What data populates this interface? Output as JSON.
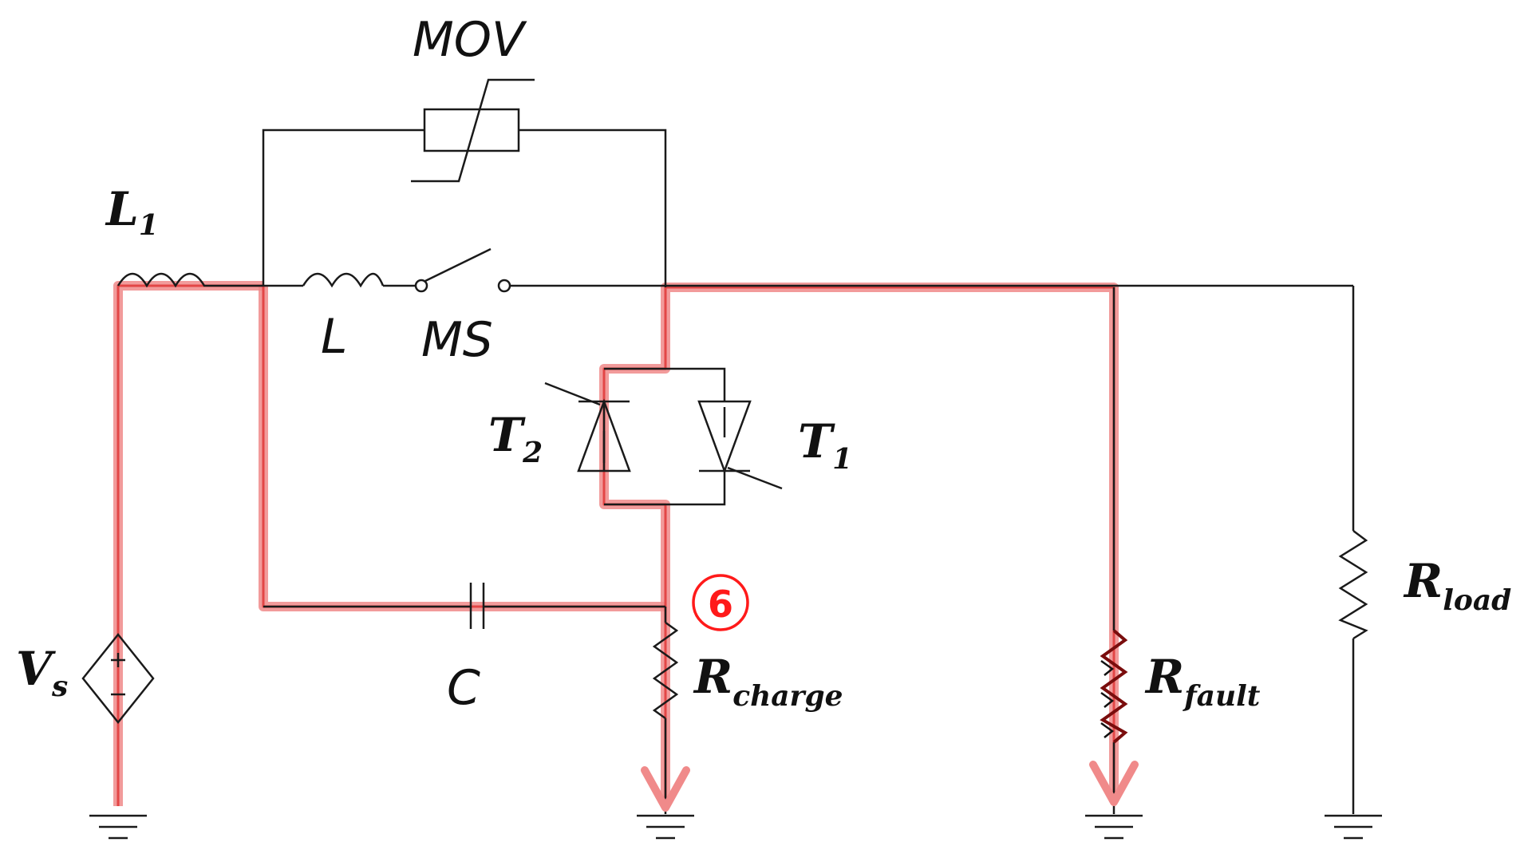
{
  "labels": {
    "mov": "MOV",
    "l1_main": "L",
    "l1_sub": "1",
    "l": "L",
    "ms": "MS",
    "t2_main": "T",
    "t2_sub": "2",
    "t1_main": "T",
    "t1_sub": "1",
    "vs_main": "V",
    "vs_sub": "s",
    "c": "C",
    "rcharge_main": "R",
    "rcharge_sub": "charge",
    "rfault_main": "R",
    "rfault_sub": "fault",
    "rload_main": "R",
    "rload_sub": "load",
    "step": "6"
  },
  "colors": {
    "highlight": "#f08a8a",
    "highlight_core": "#e34646",
    "step_marker": "#ff1a1a",
    "wire": "#1a1a1a"
  }
}
